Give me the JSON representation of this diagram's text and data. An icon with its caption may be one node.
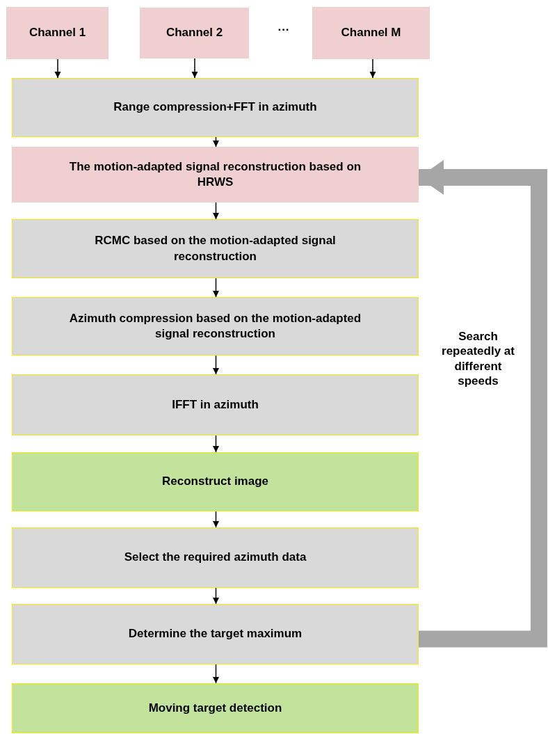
{
  "diagram": {
    "nodes": [
      {
        "text": [
          "Channel 1"
        ]
      },
      {
        "text": [
          "Channel 2"
        ]
      },
      {
        "text": [
          "Channel M"
        ]
      },
      {
        "text": [
          "Range compression+FFT in azimuth"
        ]
      },
      {
        "text": [
          "The motion-adapted signal reconstruction based on HRWS"
        ]
      },
      {
        "text": [
          "RCMC based on the motion-adapted signal reconstruction"
        ]
      },
      {
        "text": [
          "Azimuth compression based on the motion-adapted signal reconstruction"
        ]
      },
      {
        "text": [
          "IFFT in azimuth"
        ]
      },
      {
        "text": [
          "Reconstruct image"
        ]
      },
      {
        "text": [
          "Select the required azimuth data"
        ]
      },
      {
        "text": [
          "Determine the target maximum"
        ]
      },
      {
        "text": [
          "Moving target detection"
        ]
      }
    ],
    "edges": [
      {
        "from": 0,
        "to": 3,
        "arrow": "to"
      },
      {
        "from": 1,
        "to": 3,
        "arrow": "to"
      },
      {
        "from": 2,
        "to": 3,
        "arrow": "to"
      },
      {
        "from": 3,
        "to": 4,
        "arrow": "to"
      },
      {
        "from": 4,
        "to": 5,
        "arrow": "to"
      },
      {
        "from": 5,
        "to": 6,
        "arrow": "to"
      },
      {
        "from": 6,
        "to": 7,
        "arrow": "to"
      },
      {
        "from": 7,
        "to": 8,
        "arrow": "to"
      },
      {
        "from": 8,
        "to": 9,
        "arrow": "to"
      },
      {
        "from": 9,
        "to": 10,
        "arrow": "to"
      },
      {
        "from": 10,
        "to": 11,
        "arrow": "to"
      },
      {
        "from": 10,
        "to": 4,
        "arrow": "to",
        "label": "Search repeatedly at different speeds",
        "style": "thick",
        "color": "#a6a6a6"
      }
    ],
    "labels": [
      "···"
    ]
  }
}
